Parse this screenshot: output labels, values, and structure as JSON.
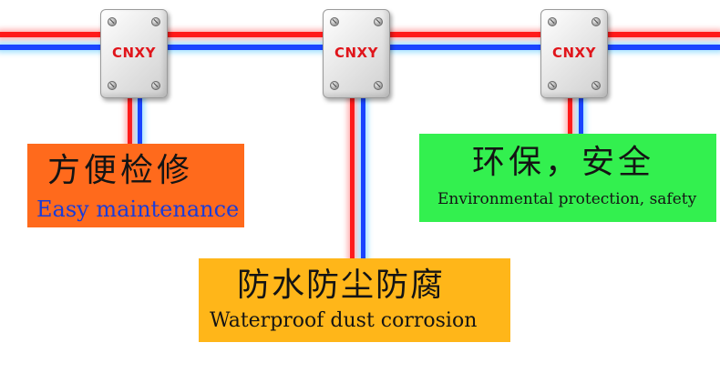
{
  "boxes": [
    {
      "brand": "CNXY"
    },
    {
      "brand": "CNXY"
    },
    {
      "brand": "CNXY"
    }
  ],
  "labels": {
    "maintenance": {
      "zh": "方便检修",
      "en": "Easy maintenance"
    },
    "environment": {
      "zh": "环保，安全",
      "en": "Environmental protection, safety"
    },
    "waterproof": {
      "zh": "防水防尘防腐",
      "en": "Waterproof dust corrosion"
    }
  },
  "colors": {
    "wire_red": "#ff1a1a",
    "wire_blue": "#1a44ff",
    "brand_red": "#e0151b",
    "orange": "#ff6a1c",
    "green": "#33f04f",
    "yellow": "#ffb619"
  }
}
